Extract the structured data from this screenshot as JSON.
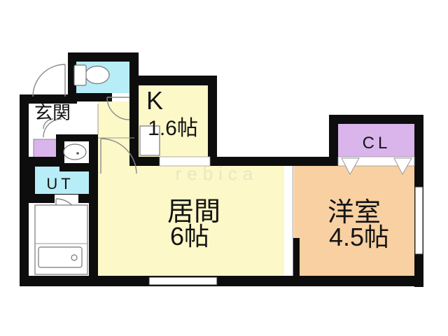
{
  "watermark": "rebica",
  "rooms": {
    "genkan": {
      "label": "玄関"
    },
    "kitchen": {
      "label": "K",
      "size": "1.6帖"
    },
    "living": {
      "label": "居間",
      "size": "6帖"
    },
    "western": {
      "label": "洋室",
      "size": "4.5帖"
    },
    "closet": {
      "label": "CL"
    },
    "utility": {
      "label": "UT"
    }
  },
  "colors": {
    "wall": "#0d0d0d",
    "water_rooms_cyan": "#b7edf6",
    "main_rooms_yellow": "#fcf8c8",
    "western_room_orange": "#f8d0a2",
    "closet_purple": "#d9b5ec",
    "background": "#ffffff"
  }
}
